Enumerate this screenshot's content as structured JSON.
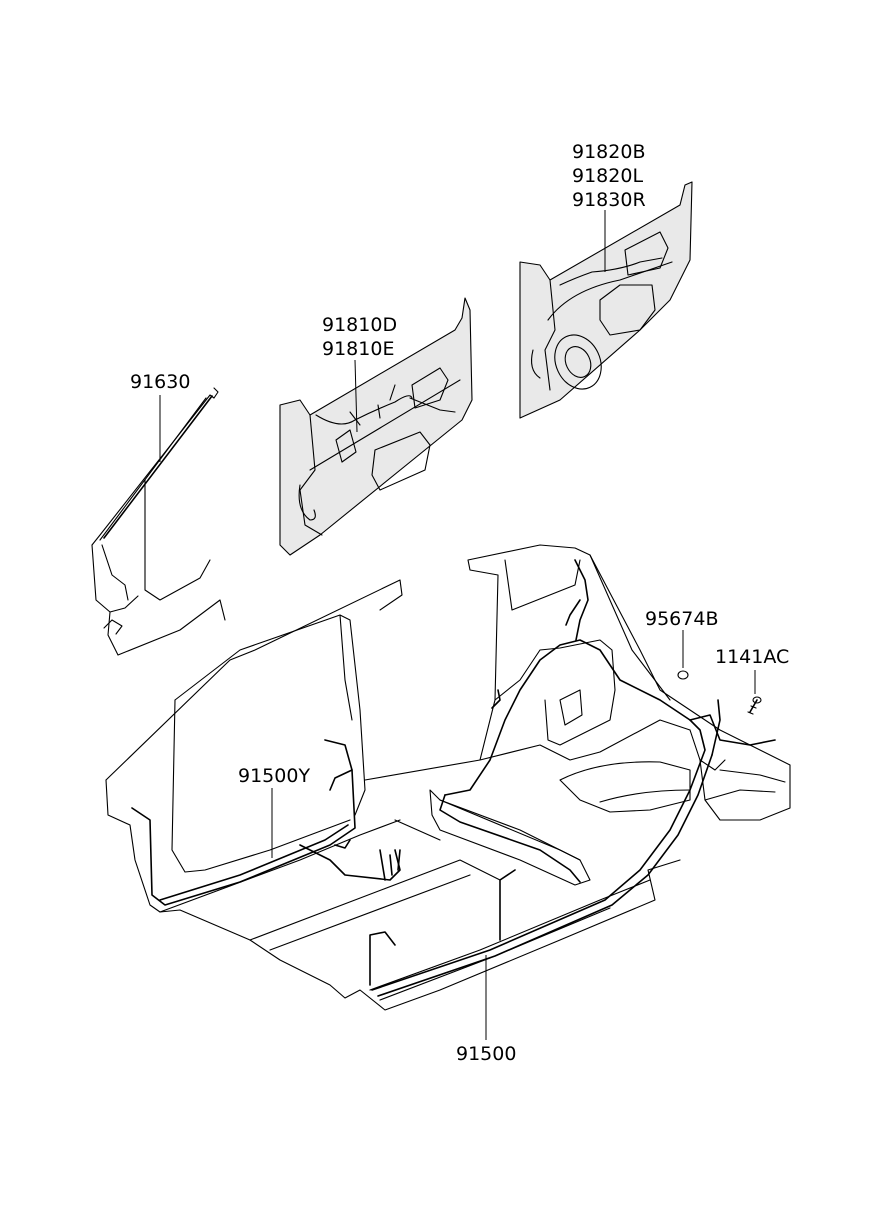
{
  "labels": {
    "pillar_harness": "91630",
    "front_door_harness": [
      "91810D",
      "91810E"
    ],
    "rear_door_harness": [
      "91820B",
      "91820L",
      "91830R"
    ],
    "grommet": "95674B",
    "screw": "1141AC",
    "floor_harness_left": "91500Y",
    "floor_harness_main": "91500"
  },
  "colors": {
    "line": "#000000",
    "background": "#ffffff",
    "panel_shade": "#e9e9e9"
  }
}
